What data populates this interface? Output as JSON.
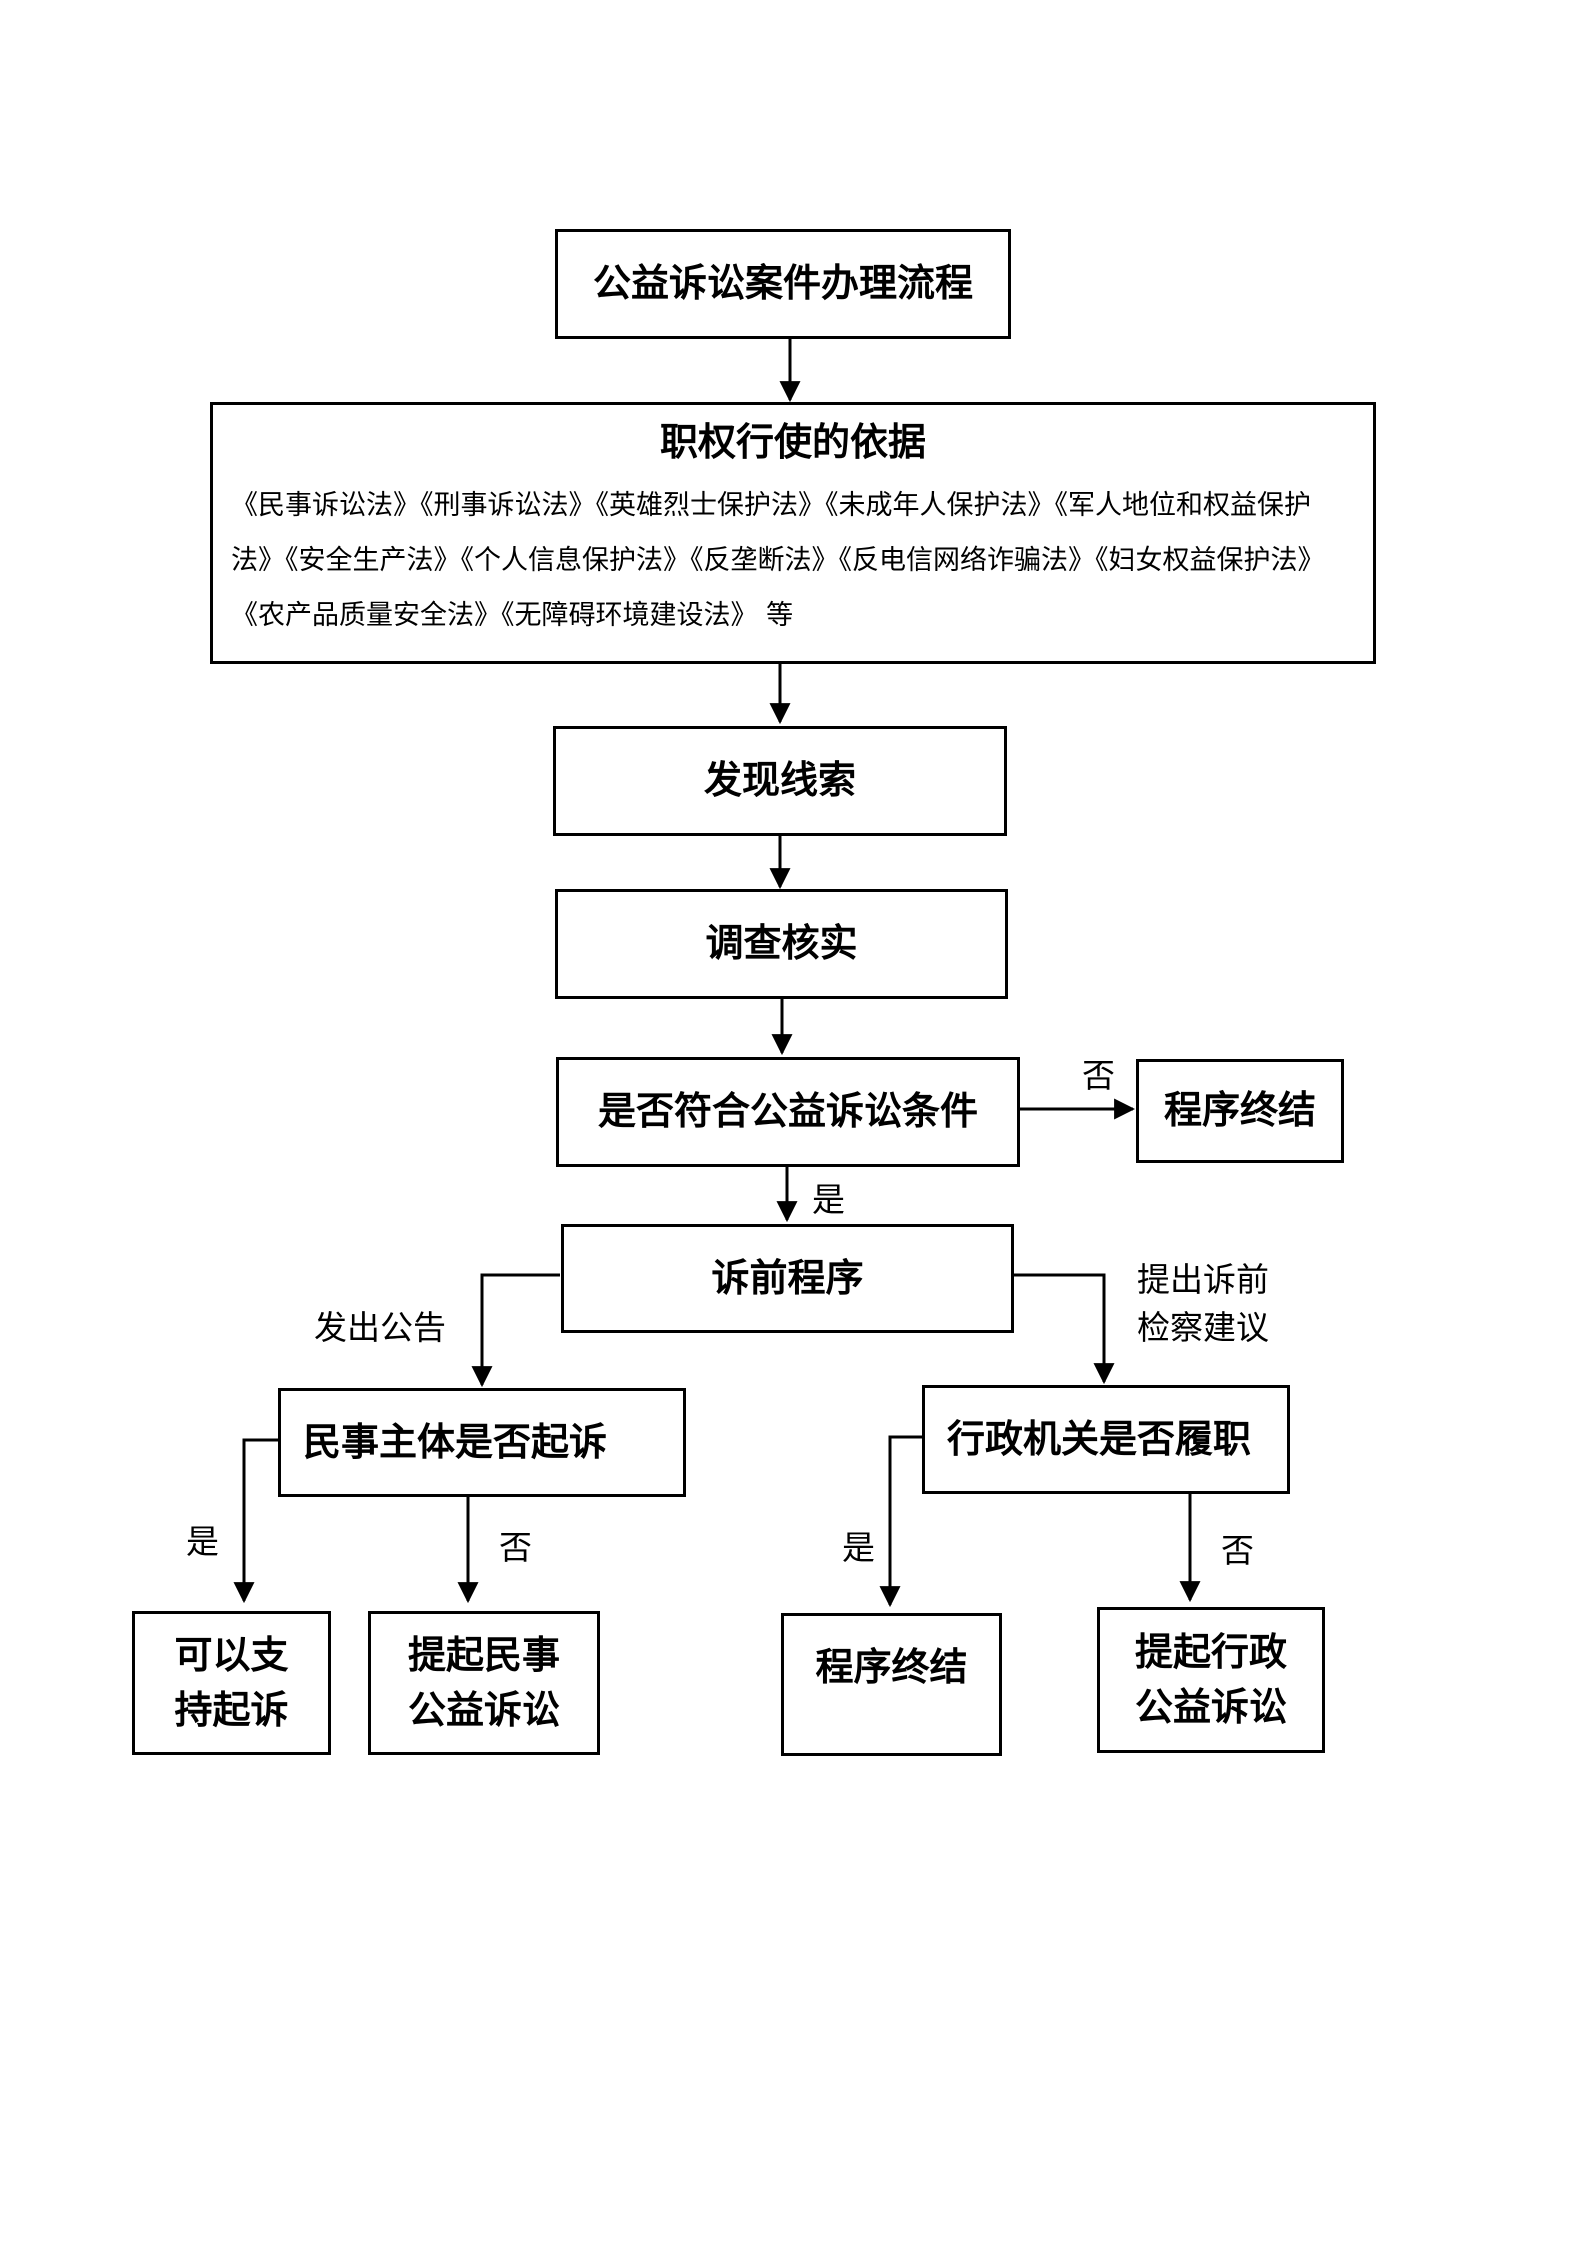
{
  "title": "公益诉讼案件办理流程",
  "basis": {
    "title": "职权行使的依据",
    "lines": [
      "《民事诉讼法》《刑事诉讼法》《英雄烈士保护法》《未成年人保护法》《军人地位和权益保护",
      "法》《安全生产法》《个人信息保护法》《反垄断法》《反电信网络诈骗法》《妇女权益保护法》",
      "《农产品质量安全法》《无障碍环境建设法》 等"
    ]
  },
  "nodes": {
    "discover": "发现线索",
    "investigate": "调查核实",
    "check_conditions": "是否符合公益诉讼条件",
    "terminate_top": "程序终结",
    "pre_litigation": "诉前程序",
    "civil_decision": "民事主体是否起诉",
    "admin_decision": "行政机关是否履职",
    "support_suit": [
      "可以支",
      "持起诉"
    ],
    "civil_suit": [
      "提起民事",
      "公益诉讼"
    ],
    "terminate_bottom": "程序终结",
    "admin_suit": [
      "提起行政",
      "公益诉讼"
    ]
  },
  "edge_labels": {
    "no_conditions": "否",
    "yes_conditions": "是",
    "announce": "发出公告",
    "recommendation": [
      "提出诉前",
      "检察建议"
    ],
    "civil_yes": "是",
    "civil_no": "否",
    "admin_yes": "是",
    "admin_no": "否"
  }
}
